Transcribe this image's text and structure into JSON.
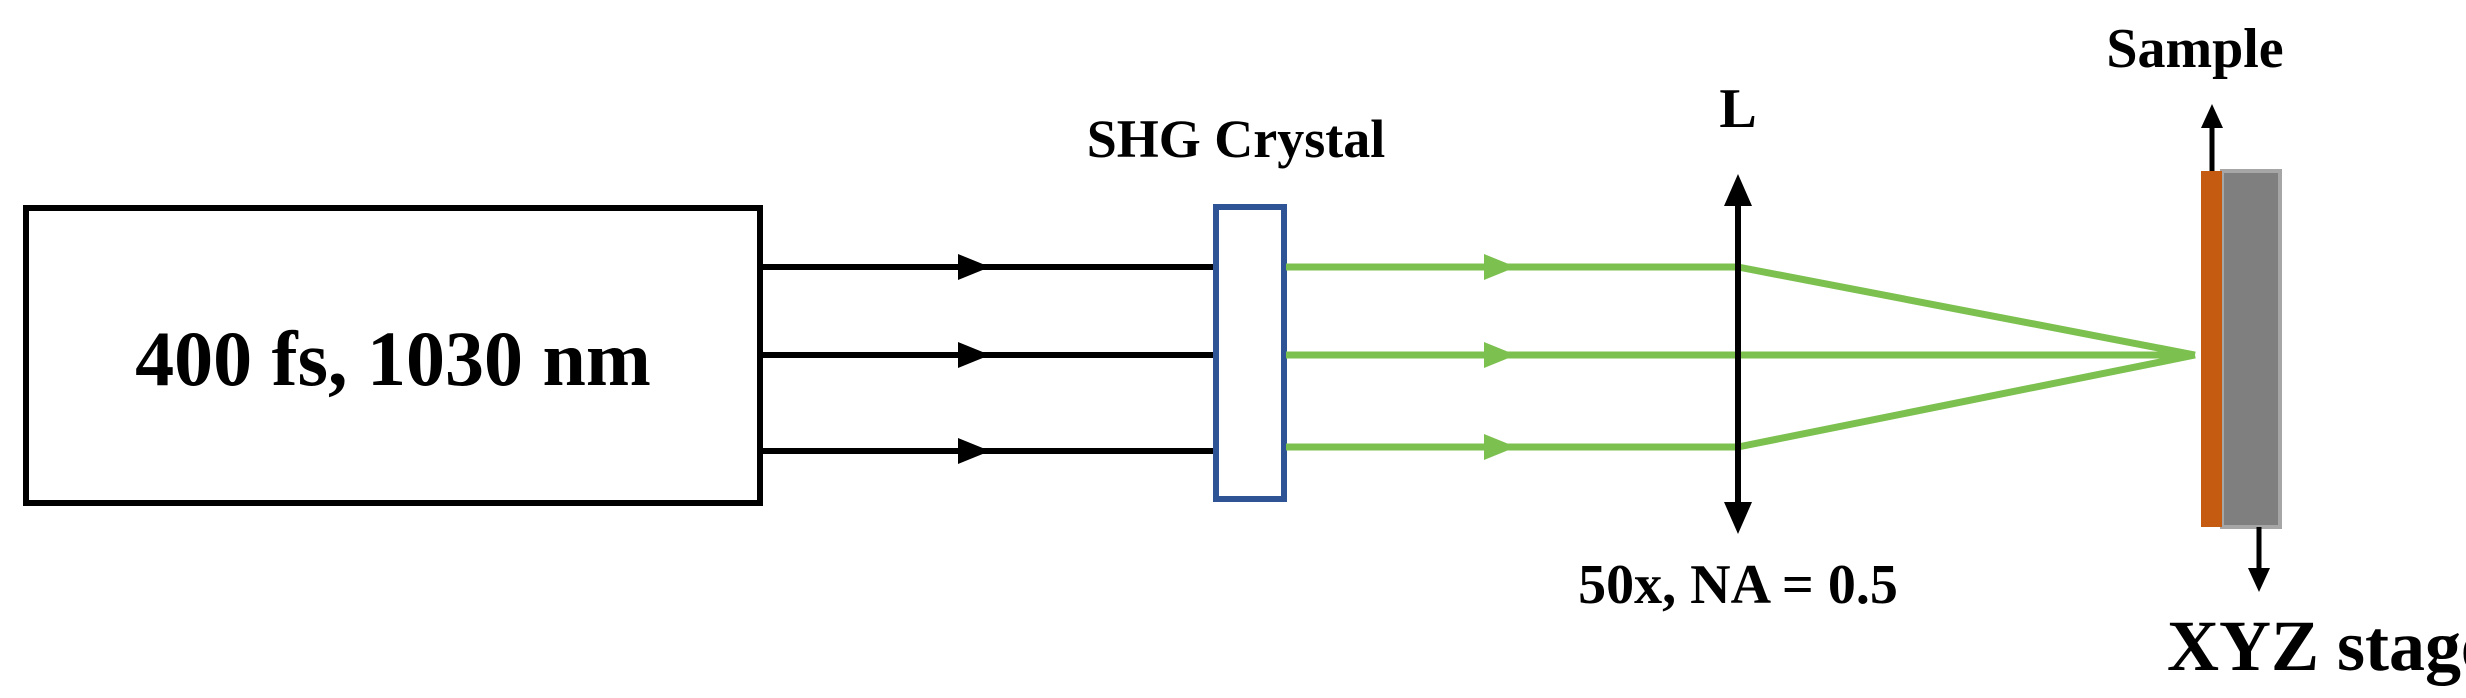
{
  "laser": {
    "label": "400 fs, 1030 nm"
  },
  "crystal": {
    "label": "SHG Crystal"
  },
  "lens": {
    "label": "L",
    "spec": "50x, NA = 0.5"
  },
  "sample": {
    "label": "Sample"
  },
  "stage": {
    "label": "XYZ stage"
  },
  "colors": {
    "infrared_beam": "#000000",
    "green_beam": "#7cc04f",
    "crystal_outline": "#2f5496",
    "sample_layer": "#c55a11",
    "stage_body": "#7f7f7f",
    "stage_edge": "#a6a6a6"
  }
}
